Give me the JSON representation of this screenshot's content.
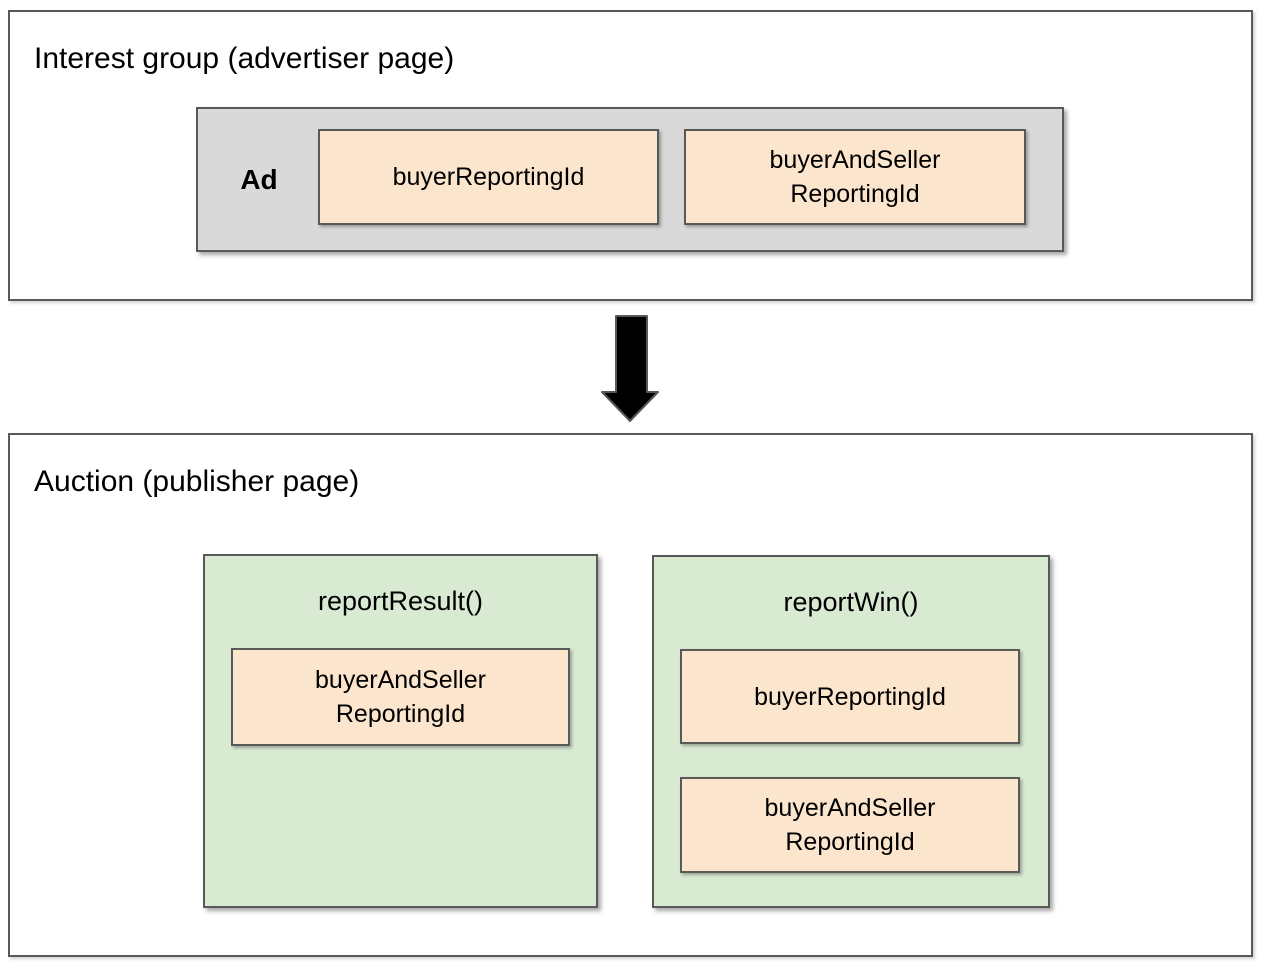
{
  "colors": {
    "border": "#595959",
    "ad_fill": "#d9d9d9",
    "green_fill": "#d9ead3",
    "orange_fill": "#fce5cd",
    "text": "#000000",
    "arrow_fill": "#000000",
    "background": "#ffffff"
  },
  "interest_group": {
    "title": "Interest group (advertiser page)",
    "ad": {
      "label": "Ad",
      "fields": [
        {
          "label": "buyerReportingId"
        },
        {
          "label": "buyerAndSeller\nReportingId"
        }
      ]
    }
  },
  "arrow": {
    "direction": "down"
  },
  "auction": {
    "title": "Auction (publisher page)",
    "functions": [
      {
        "name": "reportResult()",
        "fields": [
          {
            "label": "buyerAndSeller\nReportingId"
          }
        ]
      },
      {
        "name": "reportWin()",
        "fields": [
          {
            "label": "buyerReportingId"
          },
          {
            "label": "buyerAndSeller\nReportingId"
          }
        ]
      }
    ]
  }
}
